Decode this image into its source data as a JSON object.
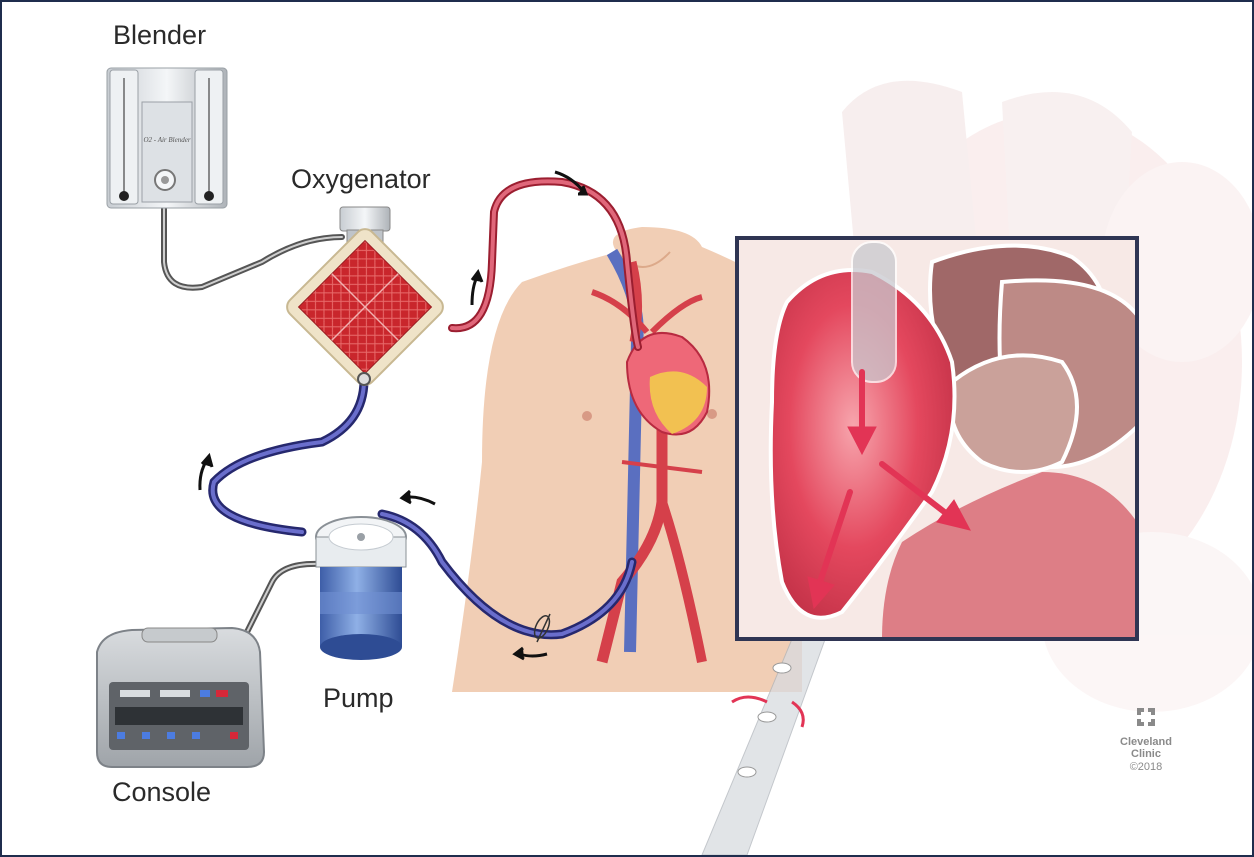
{
  "labels": {
    "blender": "Blender",
    "oxygenator": "Oxygenator",
    "pump": "Pump",
    "console": "Console",
    "blender_face": "O2 - Air Blender"
  },
  "brand": {
    "name_line1": "Cleveland",
    "name_line2": "Clinic",
    "copyright": "©2018"
  },
  "colors": {
    "frame": "#1f2d4d",
    "oxygenated_blood": "#d0334a",
    "deoxygenated_blood": "#3d3f9c",
    "skin": "#f0c9ad",
    "arrow": "#e23455"
  }
}
